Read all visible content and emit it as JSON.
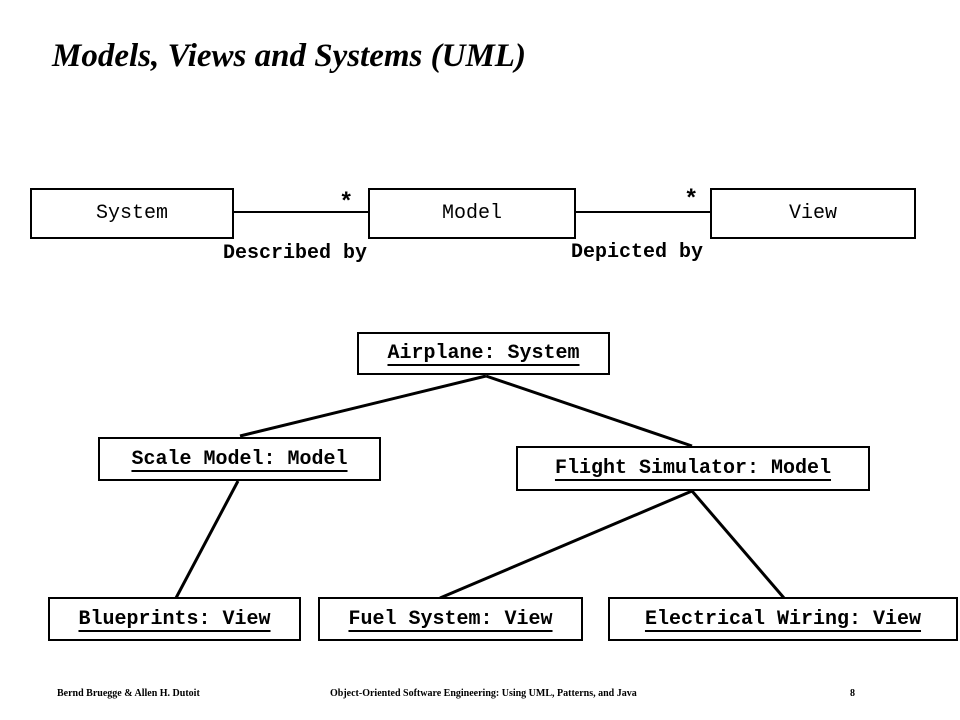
{
  "title": "Models, Views and Systems (UML)",
  "class_diagram": {
    "classes": [
      "System",
      "Model",
      "View"
    ],
    "associations": [
      {
        "from": "System",
        "to": "Model",
        "label": "Described by",
        "multiplicity": "*"
      },
      {
        "from": "Model",
        "to": "View",
        "label": "Depicted by",
        "multiplicity": "*"
      }
    ]
  },
  "object_diagram": {
    "airplane": "Airplane: System",
    "scale_model": "Scale Model: Model",
    "flight_simulator": "Flight Simulator: Model",
    "blueprints": "Blueprints: View",
    "fuel_system": "Fuel System: View",
    "electrical_wiring": "Electrical Wiring: View"
  },
  "footer": {
    "authors": "Bernd Bruegge & Allen H. Dutoit",
    "book": "Object-Oriented Software Engineering: Using UML, Patterns, and Java",
    "page": "8"
  }
}
